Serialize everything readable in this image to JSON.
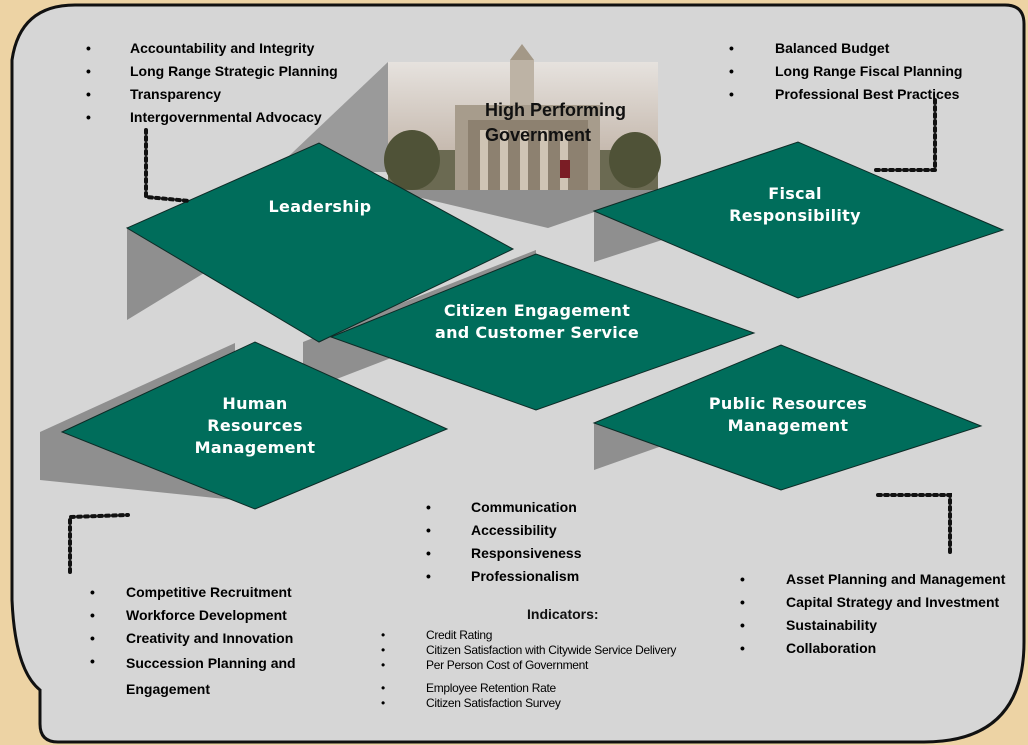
{
  "center_title": "High Performing Government",
  "pillars": {
    "leadership": {
      "label": "Leadership",
      "items": [
        "Accountability and Integrity",
        "Long Range Strategic Planning",
        "Transparency",
        "Intergovernmental Advocacy"
      ]
    },
    "fiscal": {
      "label": "Fiscal Responsibility",
      "items": [
        "Balanced Budget",
        "Long  Range Fiscal Planning",
        "Professional Best Practices"
      ]
    },
    "citizen": {
      "label": "Citizen Engagement and Customer Service",
      "items": [
        "Communication",
        "Accessibility",
        "Responsiveness",
        "Professionalism"
      ]
    },
    "hr": {
      "label": "Human Resources Management",
      "items": [
        "Competitive Recruitment",
        "Workforce Development",
        "Creativity and Innovation",
        "Succession  Planning and Engagement"
      ]
    },
    "public": {
      "label": "Public Resources Management",
      "items": [
        "Asset Planning and Management",
        "Capital Strategy  and Investment",
        "Sustainability",
        "Collaboration"
      ]
    }
  },
  "indicators": {
    "heading": "Indicators:",
    "items": [
      "Credit Rating",
      "Citizen Satisfaction with Citywide Service Delivery",
      "Per Person Cost of  Government",
      "Employee Retention Rate",
      "Citizen Satisfaction Survey"
    ]
  },
  "colors": {
    "background": "#edd3a4",
    "panel": "#d6d6d6",
    "diamond": "#006d5b",
    "diamond_shadow": "#8f8f8f",
    "text": "#111111"
  }
}
